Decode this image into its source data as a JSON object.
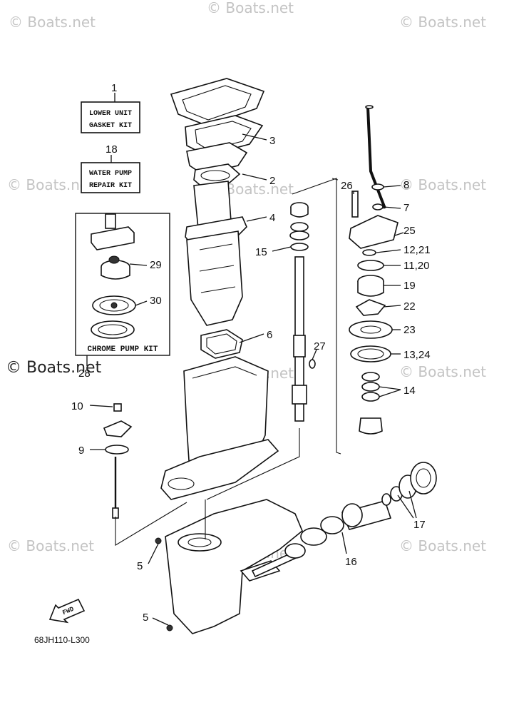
{
  "watermark": "© Boats.net",
  "diagram_code": "68JH110-L300",
  "kits": {
    "lower_unit": {
      "line1": "LOWER UNIT",
      "line2": "GASKET KIT"
    },
    "water_pump": {
      "line1": "WATER PUMP",
      "line2": "REPAIR KIT"
    },
    "chrome_pump": "CHROME PUMP KIT"
  },
  "fwd_label": "FWD",
  "callouts": {
    "c1": "1",
    "c18": "18",
    "c3": "3",
    "c2": "2",
    "c4": "4",
    "c6": "6",
    "c15": "15",
    "c26": "26",
    "c8": "8",
    "c7": "7",
    "c25": "25",
    "c12_21": "12,21",
    "c11_20": "11,20",
    "c19": "19",
    "c22": "22",
    "c23": "23",
    "c13_24": "13,24",
    "c14": "14",
    "c27": "27",
    "c29": "29",
    "c30": "30",
    "c28": "28",
    "c10": "10",
    "c9": "9",
    "c17": "17",
    "c16": "16",
    "c5a": "5",
    "c5b": "5"
  }
}
